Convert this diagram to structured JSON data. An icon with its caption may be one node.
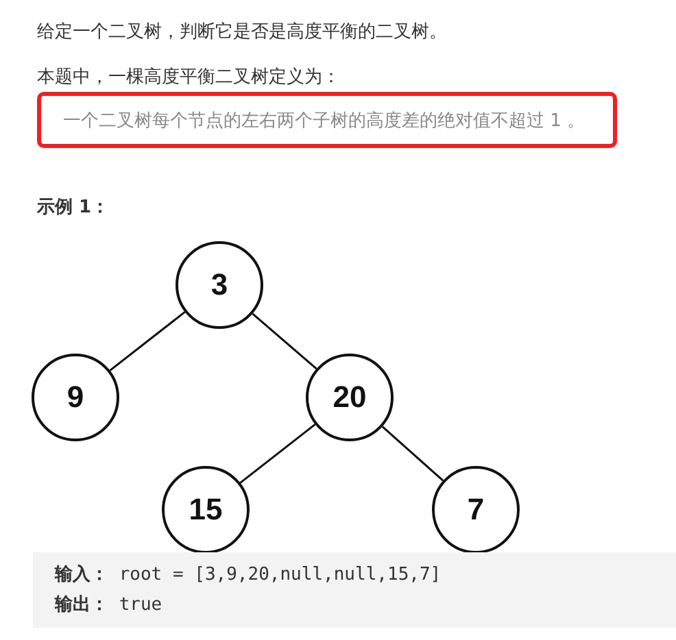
{
  "diagram": {
    "nodes": [
      {
        "text": [
          "一个二叉树每个节点的左右两个子树的高度差的绝对值不超过 1 。"
        ]
      },
      {
        "text": [
          "3"
        ]
      },
      {
        "text": [
          "9"
        ]
      },
      {
        "text": [
          "20"
        ]
      },
      {
        "text": [
          "15"
        ]
      },
      {
        "text": [
          "7"
        ]
      },
      {
        "text": [
          "**输入：** root = [3,9,20,null,null,15,7]",
          "**输出：** true"
        ]
      }
    ],
    "edges": [
      {
        "from": 1,
        "to": 2,
        "arrow": "none"
      },
      {
        "from": 1,
        "to": 3,
        "arrow": "none"
      },
      {
        "from": 3,
        "to": 4,
        "arrow": "none"
      },
      {
        "from": 3,
        "to": 5,
        "arrow": "none"
      }
    ],
    "labels": [
      "给定一个二叉树，判断它是否是高度平衡的二叉树。",
      "本题中，一棵高度平衡二叉树定义为：",
      "示例 1："
    ]
  }
}
